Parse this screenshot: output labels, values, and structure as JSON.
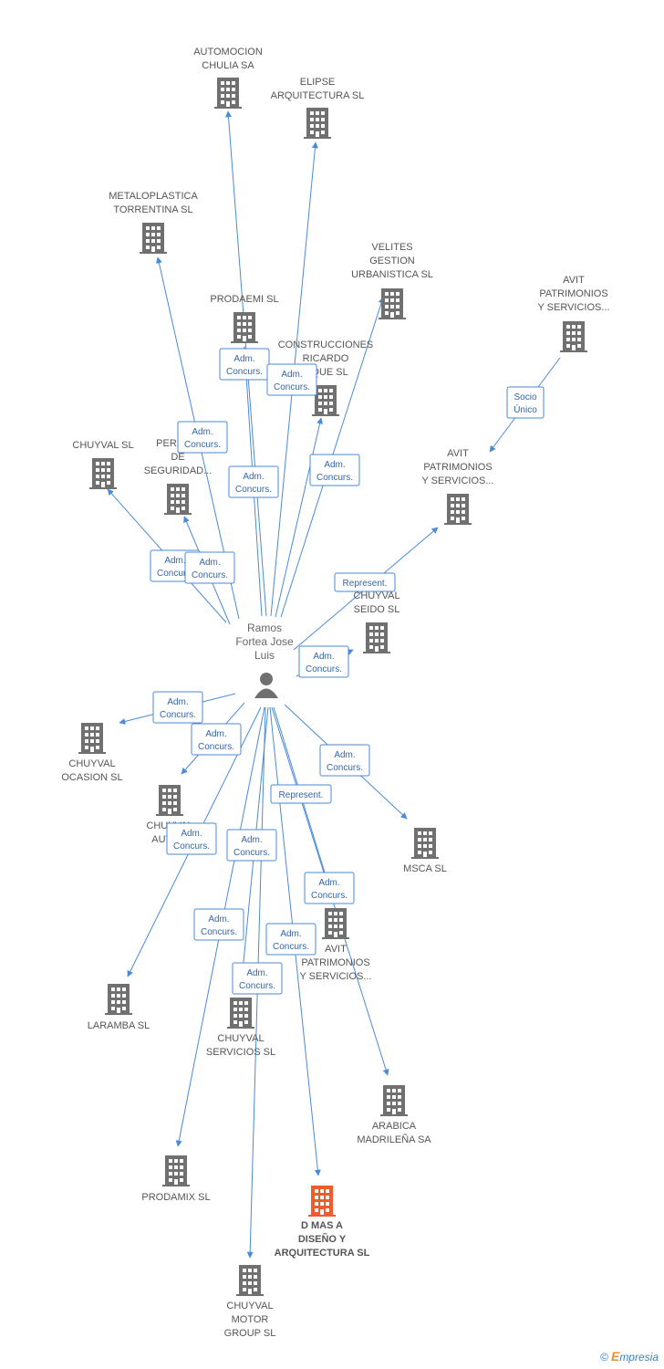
{
  "person": {
    "lines": [
      "Ramos",
      "Fortea Jose",
      "Luis"
    ],
    "icon": "person-icon"
  },
  "colors": {
    "company": "#707070",
    "highlight": "#ef5b2b",
    "edge": "#4a8ad8",
    "label_text": "#3366aa"
  },
  "companies": [
    {
      "id": "automocion",
      "lines": [
        "AUTOMOCION",
        "CHULIA SA"
      ]
    },
    {
      "id": "elipse",
      "lines": [
        "ELIPSE",
        "ARQUITECTURA SL"
      ]
    },
    {
      "id": "metaloplastica",
      "lines": [
        "METALOPLASTICA",
        "TORRENTINA SL"
      ]
    },
    {
      "id": "velites",
      "lines": [
        "VELITES",
        "GESTION",
        "URBANISTICA SL"
      ]
    },
    {
      "id": "avit1",
      "lines": [
        "AVIT",
        "PATRIMONIOS",
        "Y SERVICIOS..."
      ]
    },
    {
      "id": "prodaemi",
      "lines": [
        "PRODAEMI SL"
      ]
    },
    {
      "id": "construcciones",
      "lines": [
        "CONSTRUCCIONES",
        "RICARDO",
        "...QUE SL"
      ]
    },
    {
      "id": "chuyval",
      "lines": [
        "CHUYVAL SL"
      ]
    },
    {
      "id": "perso",
      "lines": [
        "PERSO...",
        "DE",
        "SEGURIDAD..."
      ]
    },
    {
      "id": "avit2",
      "lines": [
        "AVIT",
        "PATRIMONIOS",
        "Y SERVICIOS..."
      ]
    },
    {
      "id": "chuyvalseido",
      "lines": [
        "CHUYVAL",
        "SEIDO SL"
      ]
    },
    {
      "id": "chuyvalocasion",
      "lines": [
        "CHUYVAL",
        "OCASION SL"
      ]
    },
    {
      "id": "chuyvalauto",
      "lines": [
        "CHUYVAL",
        "AUTO..."
      ]
    },
    {
      "id": "msca",
      "lines": [
        "MSCA SL"
      ]
    },
    {
      "id": "avit3",
      "lines": [
        "AVIT",
        "PATRIMONIOS",
        "Y SERVICIOS..."
      ]
    },
    {
      "id": "laramba",
      "lines": [
        "LARAMBA SL"
      ]
    },
    {
      "id": "chuyvalservicios",
      "lines": [
        "CHUYVAL",
        "SERVICIOS SL"
      ]
    },
    {
      "id": "arabica",
      "lines": [
        "ARABICA",
        "MADRILEÑA SA"
      ]
    },
    {
      "id": "prodamix",
      "lines": [
        "PRODAMIX SL"
      ]
    },
    {
      "id": "dmasa",
      "lines": [
        "D MAS A",
        "DISEÑO Y",
        "ARQUITECTURA SL"
      ],
      "highlight": true
    },
    {
      "id": "chuyvalmotor",
      "lines": [
        "CHUYVAL",
        "MOTOR",
        "GROUP SL"
      ]
    }
  ],
  "edge_labels": [
    {
      "id": "e-prodaemi",
      "lines": [
        "Adm.",
        "Concurs."
      ]
    },
    {
      "id": "e-construcciones",
      "lines": [
        "Adm.",
        "Concurs."
      ]
    },
    {
      "id": "e-metaloplastica",
      "lines": [
        "Adm.",
        "Concurs."
      ]
    },
    {
      "id": "e-automocion",
      "lines": [
        "Adm.",
        "Concurs."
      ]
    },
    {
      "id": "e-velites",
      "lines": [
        "Adm.",
        "Concurs."
      ]
    },
    {
      "id": "e-elipse",
      "lines": [
        "Adm.",
        "Concurs."
      ]
    },
    {
      "id": "e-chuyval",
      "lines": [
        "Adm.",
        "Concurs."
      ]
    },
    {
      "id": "e-perso",
      "lines": [
        "Adm.",
        "Concurs."
      ]
    },
    {
      "id": "e-avit2",
      "lines": [
        "Represent."
      ]
    },
    {
      "id": "e-avit-socio",
      "lines": [
        "Socio",
        "Único"
      ]
    },
    {
      "id": "e-chuyvalseido",
      "lines": [
        "Adm.",
        "Concurs."
      ]
    },
    {
      "id": "e-chuyvalocasion",
      "lines": [
        "Adm.",
        "Concurs."
      ]
    },
    {
      "id": "e-chuyvalauto",
      "lines": [
        "Adm.",
        "Concurs."
      ]
    },
    {
      "id": "e-msca",
      "lines": [
        "Adm.",
        "Concurs."
      ]
    },
    {
      "id": "e-arabica",
      "lines": [
        "Represent."
      ]
    },
    {
      "id": "e-laramba",
      "lines": [
        "Adm.",
        "Concurs."
      ]
    },
    {
      "id": "e-chuyvalservicios",
      "lines": [
        "Adm.",
        "Concurs."
      ]
    },
    {
      "id": "e-avit3",
      "lines": [
        "Adm.",
        "Concurs."
      ]
    },
    {
      "id": "e-prodamix",
      "lines": [
        "Adm.",
        "Concurs."
      ]
    },
    {
      "id": "e-dmasa",
      "lines": [
        "Adm.",
        "Concurs."
      ]
    },
    {
      "id": "e-chuyvalmotor",
      "lines": [
        "Adm.",
        "Concurs."
      ]
    }
  ],
  "watermark": {
    "symbol": "©",
    "brand_initial": "E",
    "brand_rest": "mpresia"
  }
}
